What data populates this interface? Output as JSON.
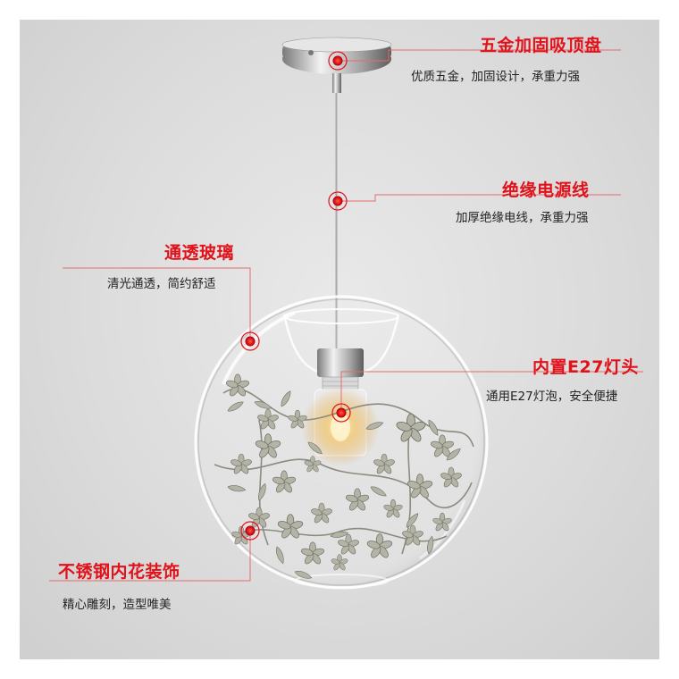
{
  "callouts": {
    "mount": {
      "title": "五金加固吸顶盘",
      "desc": "优质五金，加固设计，承重力强"
    },
    "cable": {
      "title": "绝缘电源线",
      "desc": "加厚绝缘电线，承重力强"
    },
    "glass": {
      "title": "通透玻璃",
      "desc": "清光通透，简约舒适"
    },
    "socket": {
      "title": "内置E27灯头",
      "desc": "通用E27灯泡，安全便捷"
    },
    "flowers": {
      "title": "不锈钢内花装饰",
      "desc": "精心雕刻，造型唯美"
    }
  },
  "colors": {
    "accent": "#e1121a",
    "line": "#e66a6a",
    "background": "#dcdcdc"
  }
}
